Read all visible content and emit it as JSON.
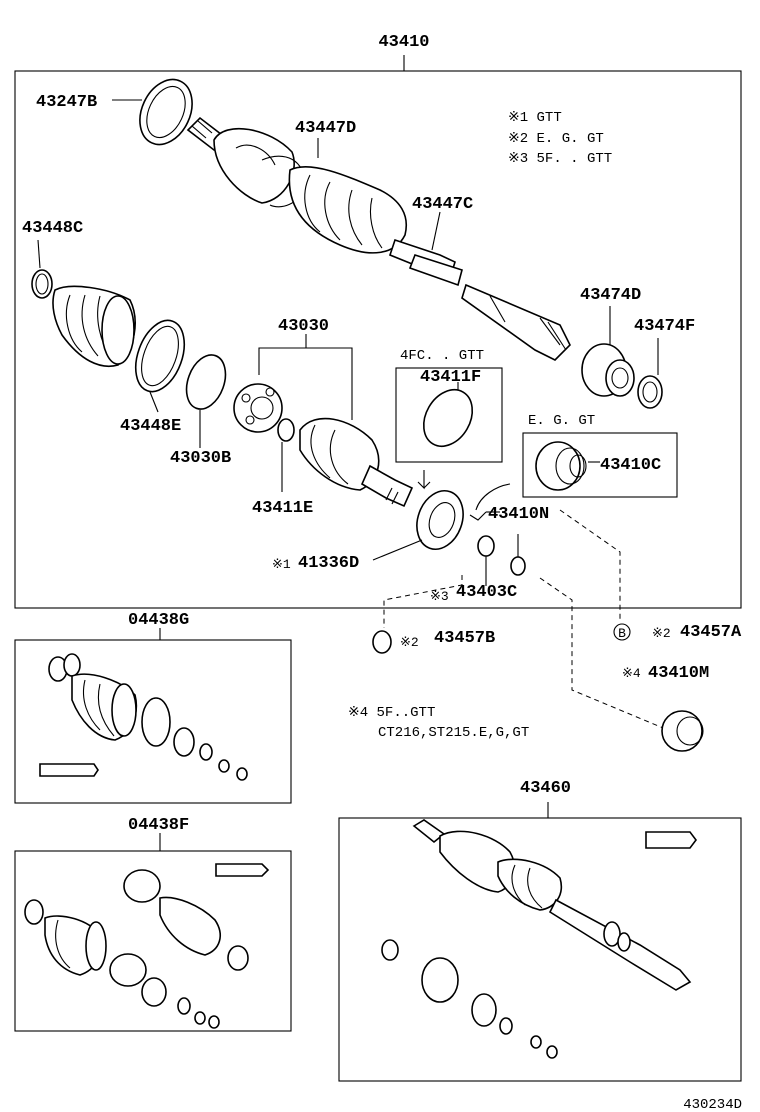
{
  "labels": {
    "top_assembly": "43410",
    "l43247B": "43247B",
    "l43447D": "43447D",
    "l43447C": "43447C",
    "l43448C": "43448C",
    "l43474D": "43474D",
    "l43474F": "43474F",
    "l43030": "43030",
    "l43411F": "43411F",
    "l43448E": "43448E",
    "l43030B": "43030B",
    "l43410C": "43410C",
    "l43411E": "43411E",
    "l43410N": "43410N",
    "l41336D": "41336D",
    "l43403C": "43403C",
    "l04438G": "04438G",
    "l43457B": "43457B",
    "l43457A": "43457A",
    "l43410M": "43410M",
    "l04438F": "04438F",
    "l43460": "43460",
    "diagram_code": "430234D"
  },
  "notes": {
    "n1": "※1 GTT",
    "n2": "※2 E. G. GT",
    "n3": "※3 5F. . GTT",
    "note4_line1": "※4 5F..GTT",
    "note4_line2": "CT216,ST215.E,G,GT",
    "box_4fc": "4FC. . GTT",
    "box_egt": "E. G. GT"
  },
  "markers": {
    "m1": "※1",
    "m2a": "※2",
    "m2b": "※2",
    "m3": "※3",
    "m4": "※4",
    "circle_b": "B"
  }
}
